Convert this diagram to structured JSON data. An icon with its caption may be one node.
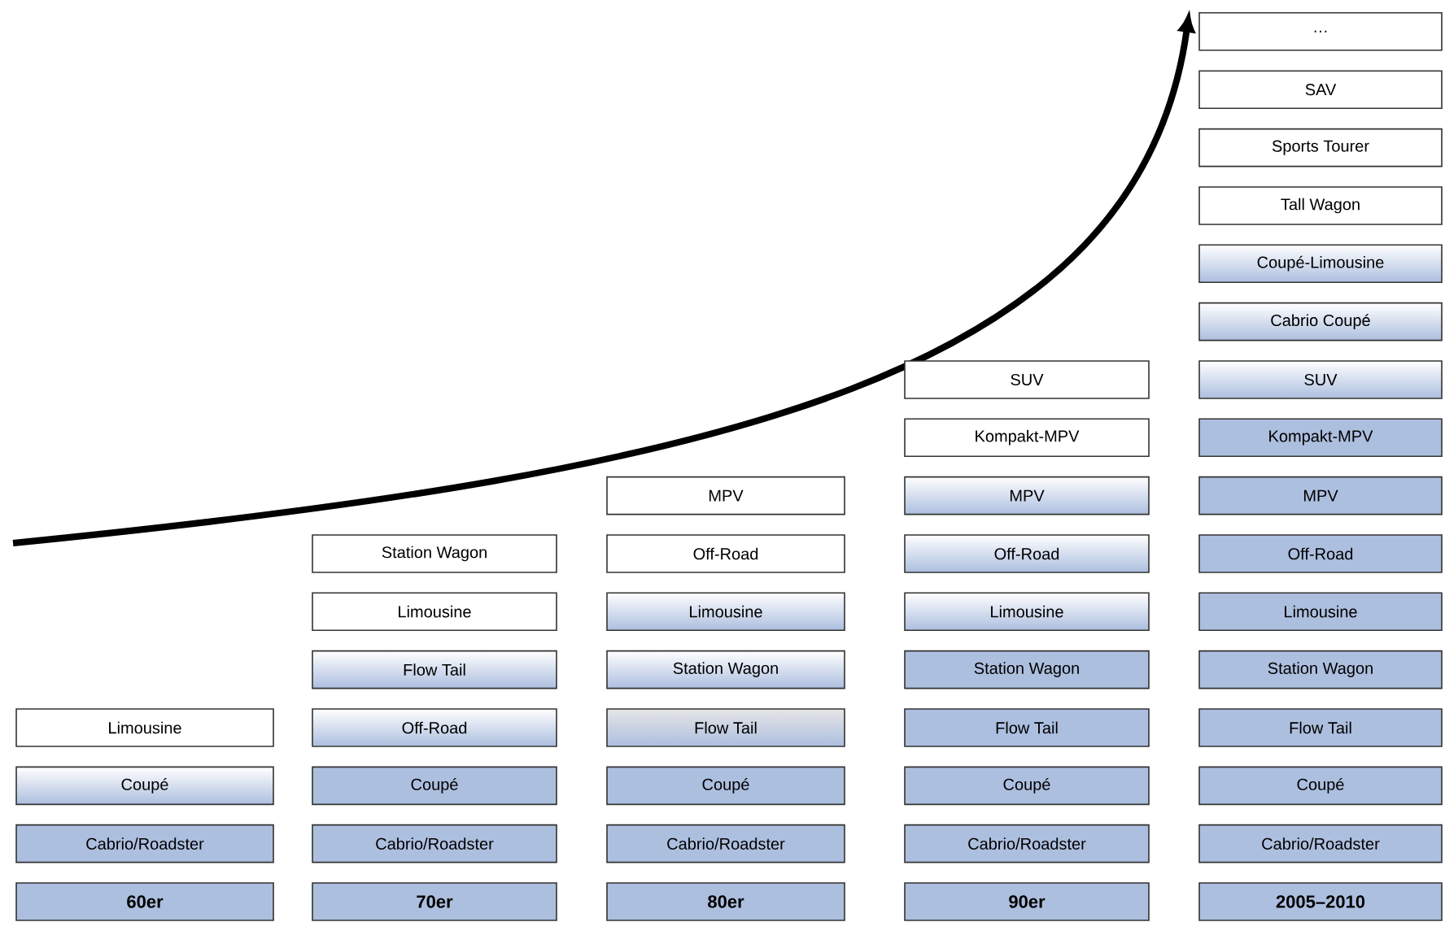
{
  "diagram": {
    "nodes": [
      {
        "text": [
          "Limousine"
        ]
      },
      {
        "text": [
          "Coupé"
        ]
      },
      {
        "text": [
          "Cabrio/Roadster"
        ]
      },
      {
        "text": [
          "60er"
        ]
      },
      {
        "text": [
          "Station Wagon"
        ]
      },
      {
        "text": [
          "Limousine"
        ]
      },
      {
        "text": [
          "Flow Tail"
        ]
      },
      {
        "text": [
          "Off-Road"
        ]
      },
      {
        "text": [
          "Coupé"
        ]
      },
      {
        "text": [
          "Cabrio/Roadster"
        ]
      },
      {
        "text": [
          "70er"
        ]
      },
      {
        "text": [
          "MPV"
        ]
      },
      {
        "text": [
          "Off-Road"
        ]
      },
      {
        "text": [
          "Limousine"
        ]
      },
      {
        "text": [
          "Station Wagon"
        ]
      },
      {
        "text": [
          "Flow Tail"
        ]
      },
      {
        "text": [
          "Coupé"
        ]
      },
      {
        "text": [
          "Cabrio/Roadster"
        ]
      },
      {
        "text": [
          "80er"
        ]
      },
      {
        "text": [
          "SUV"
        ]
      },
      {
        "text": [
          "Kompakt-MPV"
        ]
      },
      {
        "text": [
          "MPV"
        ]
      },
      {
        "text": [
          "Off-Road"
        ]
      },
      {
        "text": [
          "Limousine"
        ]
      },
      {
        "text": [
          "Station Wagon"
        ]
      },
      {
        "text": [
          "Flow Tail"
        ]
      },
      {
        "text": [
          "Coupé"
        ]
      },
      {
        "text": [
          "Cabrio/Roadster"
        ]
      },
      {
        "text": [
          "90er"
        ]
      },
      {
        "text": [
          "…"
        ]
      },
      {
        "text": [
          "SAV"
        ]
      },
      {
        "text": [
          "Sports Tourer"
        ]
      },
      {
        "text": [
          "Tall Wagon"
        ]
      },
      {
        "text": [
          "Coupé-Limousine"
        ]
      },
      {
        "text": [
          "Cabrio Coupé"
        ]
      },
      {
        "text": [
          "SUV"
        ]
      },
      {
        "text": [
          "Kompakt-MPV"
        ]
      },
      {
        "text": [
          "MPV"
        ]
      },
      {
        "text": [
          "Off-Road"
        ]
      },
      {
        "text": [
          "Limousine"
        ]
      },
      {
        "text": [
          "Station Wagon"
        ]
      },
      {
        "text": [
          "Flow Tail"
        ]
      },
      {
        "text": [
          "Coupé"
        ]
      },
      {
        "text": [
          "Cabrio/Roadster"
        ]
      },
      {
        "text": [
          "2005–2010"
        ]
      }
    ]
  }
}
